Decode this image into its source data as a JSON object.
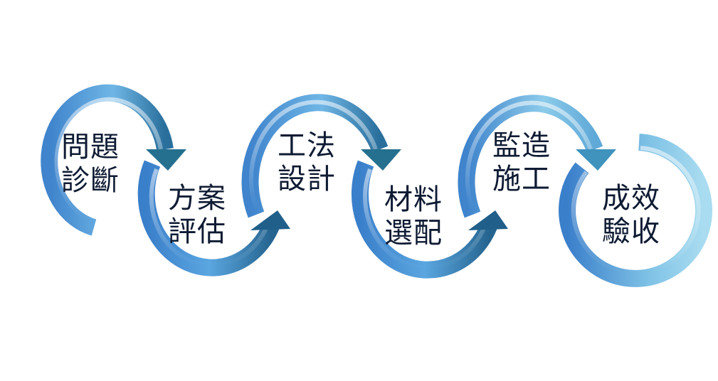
{
  "colors": {
    "ring_light": "#9ed3ec",
    "ring_mid": "#4f9fdc",
    "ring_dark": "#2f6fb2",
    "arrow_dark": "#1f5f8a",
    "text": "#0f1b33"
  },
  "steps": [
    {
      "line1": "問題",
      "line2": "診斷"
    },
    {
      "line1": "方案",
      "line2": "評估"
    },
    {
      "line1": "工法",
      "line2": "設計"
    },
    {
      "line1": "材料",
      "line2": "選配"
    },
    {
      "line1": "監造",
      "line2": "施工"
    },
    {
      "line1": "成效",
      "line2": "驗收"
    }
  ]
}
